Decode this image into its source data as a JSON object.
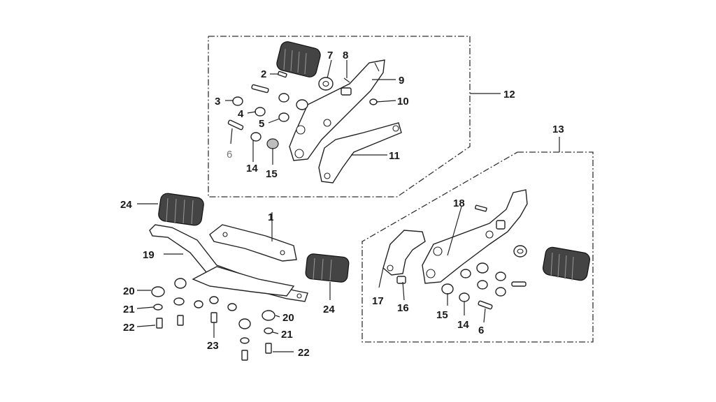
{
  "callouts": {
    "c1": "1",
    "c2": "2",
    "c3": "3",
    "c4": "4",
    "c5": "5",
    "c6a": "6",
    "c6b": "6",
    "c7": "7",
    "c8": "8",
    "c9": "9",
    "c10": "10",
    "c11": "11",
    "c12": "12",
    "c13": "13",
    "c14a": "14",
    "c14b": "14",
    "c15a": "15",
    "c15b": "15",
    "c16": "16",
    "c17": "17",
    "c18": "18",
    "c19": "19",
    "c20a": "20",
    "c20b": "20",
    "c21a": "21",
    "c21b": "21",
    "c22a": "22",
    "c22b": "22",
    "c23": "23",
    "c24a": "24",
    "c24b": "24"
  },
  "colors": {
    "ink": "#1a1a1a",
    "faint": "#777777",
    "rubber": "#444444"
  }
}
